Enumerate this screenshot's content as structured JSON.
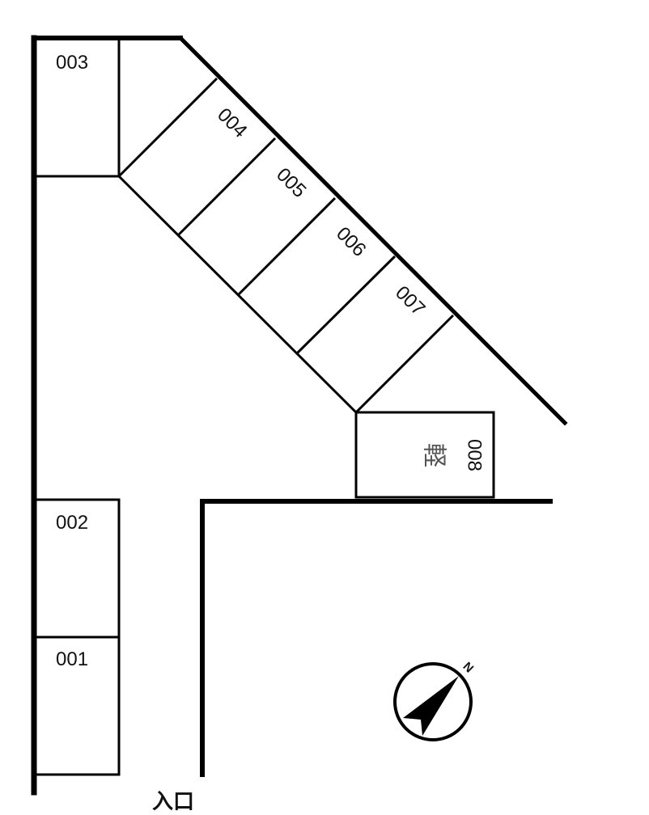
{
  "spaces": [
    {
      "id": "001"
    },
    {
      "id": "002"
    },
    {
      "id": "003"
    },
    {
      "id": "004"
    },
    {
      "id": "005"
    },
    {
      "id": "006"
    },
    {
      "id": "007"
    },
    {
      "id": "008",
      "type_label": "軽"
    }
  ],
  "entrance_label": "入口",
  "compass": {
    "north_label": "N"
  },
  "colors": {
    "line": "#000000",
    "background": "#ffffff"
  }
}
